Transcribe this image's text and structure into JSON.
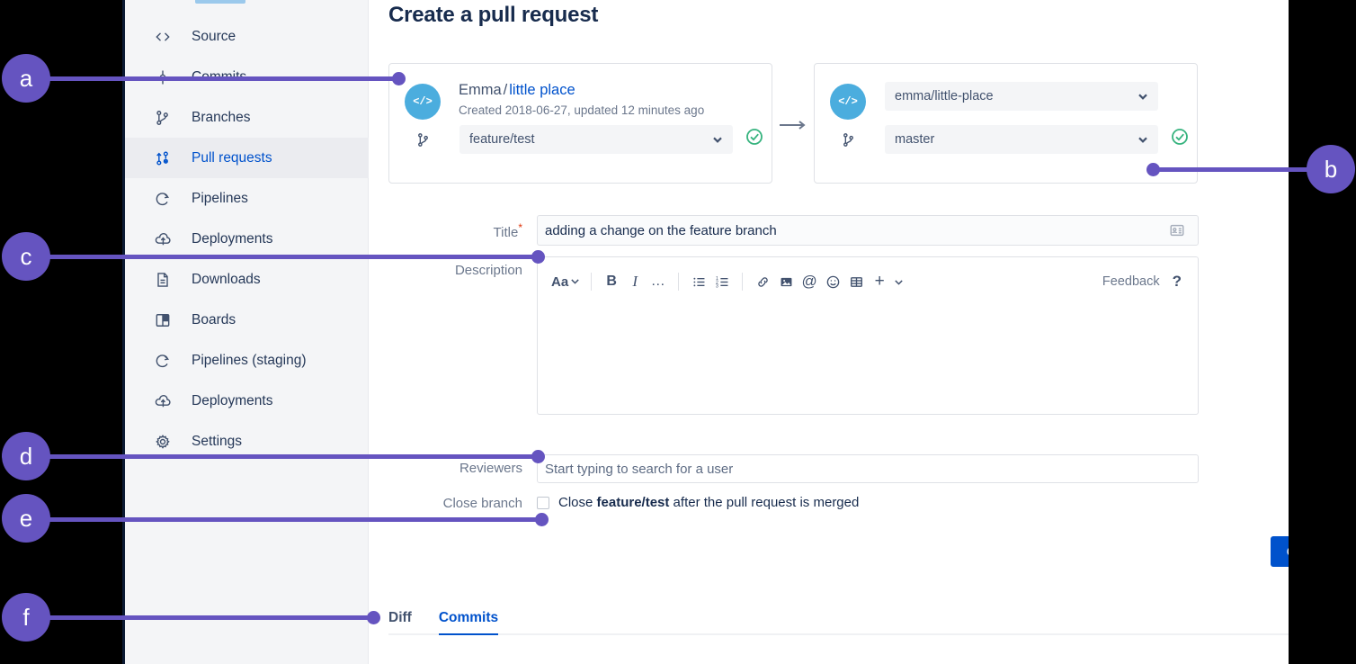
{
  "page": {
    "title": "Create a pull request"
  },
  "sidebar": {
    "items": [
      {
        "label": "Source",
        "icon": "code-icon",
        "active": false
      },
      {
        "label": "Commits",
        "icon": "commit-icon",
        "active": false
      },
      {
        "label": "Branches",
        "icon": "branch-icon",
        "active": false
      },
      {
        "label": "Pull requests",
        "icon": "pull-request-icon",
        "active": true
      },
      {
        "label": "Pipelines",
        "icon": "pipeline-icon",
        "active": false
      },
      {
        "label": "Deployments",
        "icon": "deployment-icon",
        "active": false
      },
      {
        "label": "Downloads",
        "icon": "download-icon",
        "active": false
      },
      {
        "label": "Boards",
        "icon": "board-icon",
        "active": false
      },
      {
        "label": "Pipelines (staging)",
        "icon": "pipeline-icon",
        "active": false
      },
      {
        "label": "Deployments",
        "icon": "deployment-icon",
        "active": false
      },
      {
        "label": "Settings",
        "icon": "gear-icon",
        "active": false
      }
    ]
  },
  "branches": {
    "source": {
      "avatar_glyph": "</>",
      "owner": "Emma",
      "separator": "/",
      "repo_link": "little place",
      "subtitle": "Created 2018-06-27, updated 12 minutes ago",
      "branch_value": "feature/test",
      "status_icon": "check-circle-icon"
    },
    "destination": {
      "avatar_glyph": "</>",
      "repo_value": "emma/little-place",
      "branch_value": "master",
      "status_icon": "check-circle-icon"
    }
  },
  "form": {
    "title_label": "Title",
    "title_required_mark": "*",
    "title_value": "adding a change on the feature branch",
    "description_label": "Description",
    "reviewers_label": "Reviewers",
    "reviewers_placeholder": "Start typing to search for a user",
    "reviewers_value": "",
    "close_branch_label": "Close branch",
    "close_branch_text_before": "Close ",
    "close_branch_text_strong": "feature/test",
    "close_branch_text_after": " after the pull request is merged",
    "close_branch_checked": false,
    "submit_label": "Create pull request"
  },
  "editor_toolbar": {
    "text_style_label": "Aa",
    "buttons": [
      {
        "name": "bold-icon",
        "glyph": "B"
      },
      {
        "name": "italic-icon",
        "glyph": "I"
      },
      {
        "name": "more-formatting-icon",
        "glyph": "…"
      },
      {
        "name": "bullet-list-icon",
        "glyph": ""
      },
      {
        "name": "numbered-list-icon",
        "glyph": ""
      },
      {
        "name": "link-icon",
        "glyph": ""
      },
      {
        "name": "image-icon",
        "glyph": ""
      },
      {
        "name": "mention-icon",
        "glyph": "@"
      },
      {
        "name": "emoji-icon",
        "glyph": ""
      },
      {
        "name": "table-icon",
        "glyph": ""
      },
      {
        "name": "insert-more-icon",
        "glyph": "+"
      }
    ],
    "feedback_label": "Feedback",
    "help_label": "?"
  },
  "tabs": [
    {
      "label": "Diff",
      "active": false
    },
    {
      "label": "Commits",
      "active": true
    }
  ],
  "callouts": [
    {
      "letter": "a"
    },
    {
      "letter": "b"
    },
    {
      "letter": "c"
    },
    {
      "letter": "d"
    },
    {
      "letter": "e"
    },
    {
      "letter": "f"
    }
  ],
  "colors": {
    "accent_blue": "#0052cc",
    "callout_purple": "#6554c0",
    "avatar_blue": "#4badde",
    "status_green": "#36b37e",
    "required_red": "#de350b",
    "sidebar_bg": "#f4f5f7",
    "text_dark": "#172b4d",
    "text_muted": "#6b778c"
  }
}
